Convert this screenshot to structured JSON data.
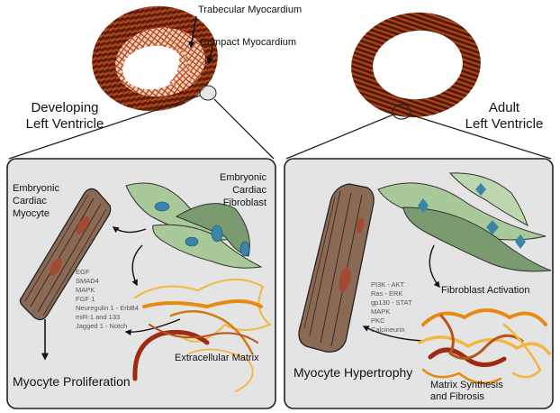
{
  "top": {
    "developing_label_1": "Developing",
    "developing_label_2": "Left Ventricle",
    "adult_label_1": "Adult",
    "adult_label_2": "Left Ventricle",
    "trabecular_label": "Trabecular Myocardium",
    "compact_label": "Compact Myocardium"
  },
  "left_panel": {
    "myocyte_label": [
      "Embryonic",
      "Cardiac",
      "Myocyte"
    ],
    "fibroblast_label": [
      "Embryonic",
      "Cardiac",
      "Fibroblast"
    ],
    "signals": [
      "EGF",
      "SMAD4",
      "MAPK",
      "FGF 1",
      "Neuregulin 1 - ErbB4",
      "miR-1 and 133",
      "Jagged 1 - Notch"
    ],
    "ecm_label": "Extracellular Matrix",
    "outcome_label": "Myocyte Proliferation"
  },
  "right_panel": {
    "signals": [
      "PI3K - AKT",
      "Ras - ERK",
      "gp130 - STAT",
      "MAPK",
      "PKC",
      "Calcineurin"
    ],
    "activation_label": "Fibroblast Activation",
    "fibrosis_label": [
      "Matrix Synthesis",
      "and Fibrosis"
    ],
    "outcome_label": "Myocyte Hypertrophy"
  },
  "colors": {
    "panel_bg": "#e4e4e4",
    "myocyte": "#8b6a55",
    "fibroblast_light": "#a9c99a",
    "fibroblast_dark": "#7a9a70",
    "nucleus_blue": "#3a86a8",
    "myocyte_nucleus": "#a34a35",
    "ecm_red": "#9e2a12",
    "ecm_orange": "#e88a10",
    "ecm_yellow": "#f3b640"
  }
}
